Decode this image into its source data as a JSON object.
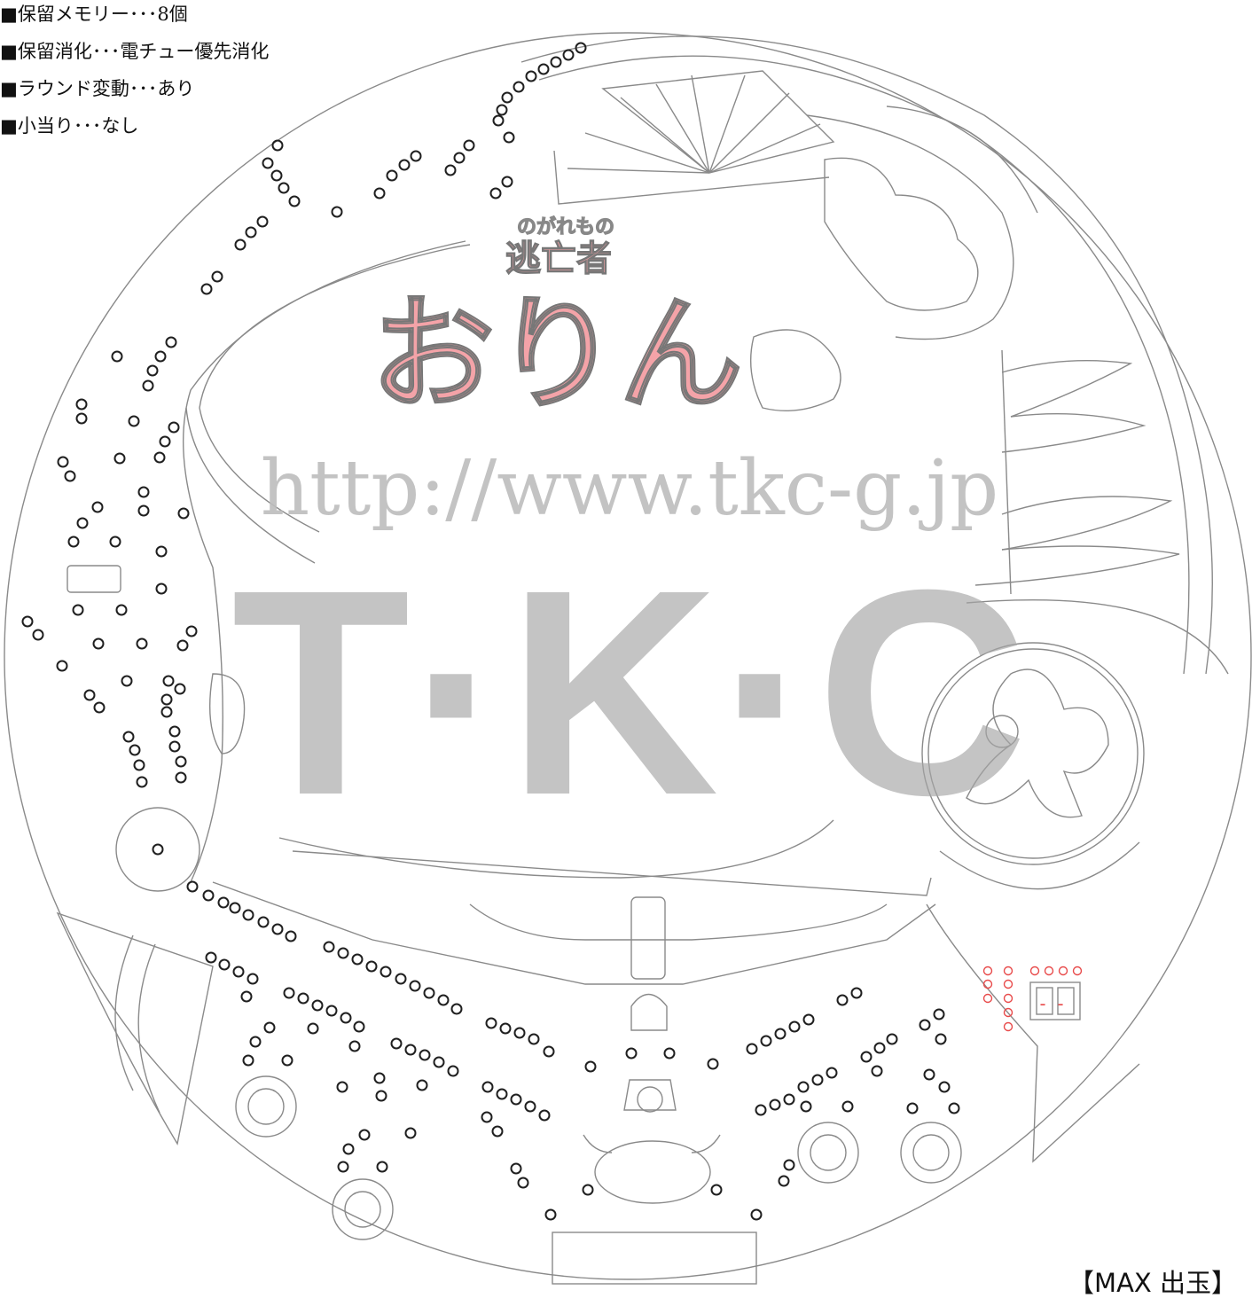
{
  "specs": [
    "■保留メモリー･･･8個",
    "■保留消化･･･電チュー優先消化",
    "■ラウンド変動･･･あり",
    "■小当り･･･なし"
  ],
  "corner_label": "【MAX 出玉】",
  "watermark": {
    "url": "http://www.tkc-g.jp",
    "brand": "T·K·C"
  },
  "logo": {
    "small_text": "のがれもの",
    "subtitle": "逃亡者",
    "main": "おりん"
  },
  "counter_display": "--",
  "colors": {
    "line": "#8a8a8a",
    "logo_pink": "#f4a3a8",
    "watermark_gray": "#bdbdbd",
    "counter_red": "#e84a4a"
  }
}
